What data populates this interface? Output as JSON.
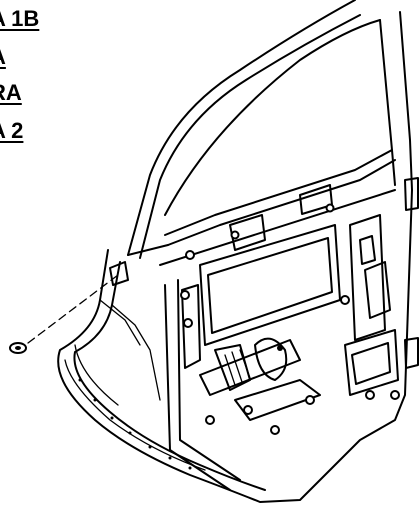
{
  "callouts": [
    {
      "text": "A 1B"
    },
    {
      "text": "A"
    },
    {
      "text": "RA"
    },
    {
      "text": "A 2"
    }
  ]
}
